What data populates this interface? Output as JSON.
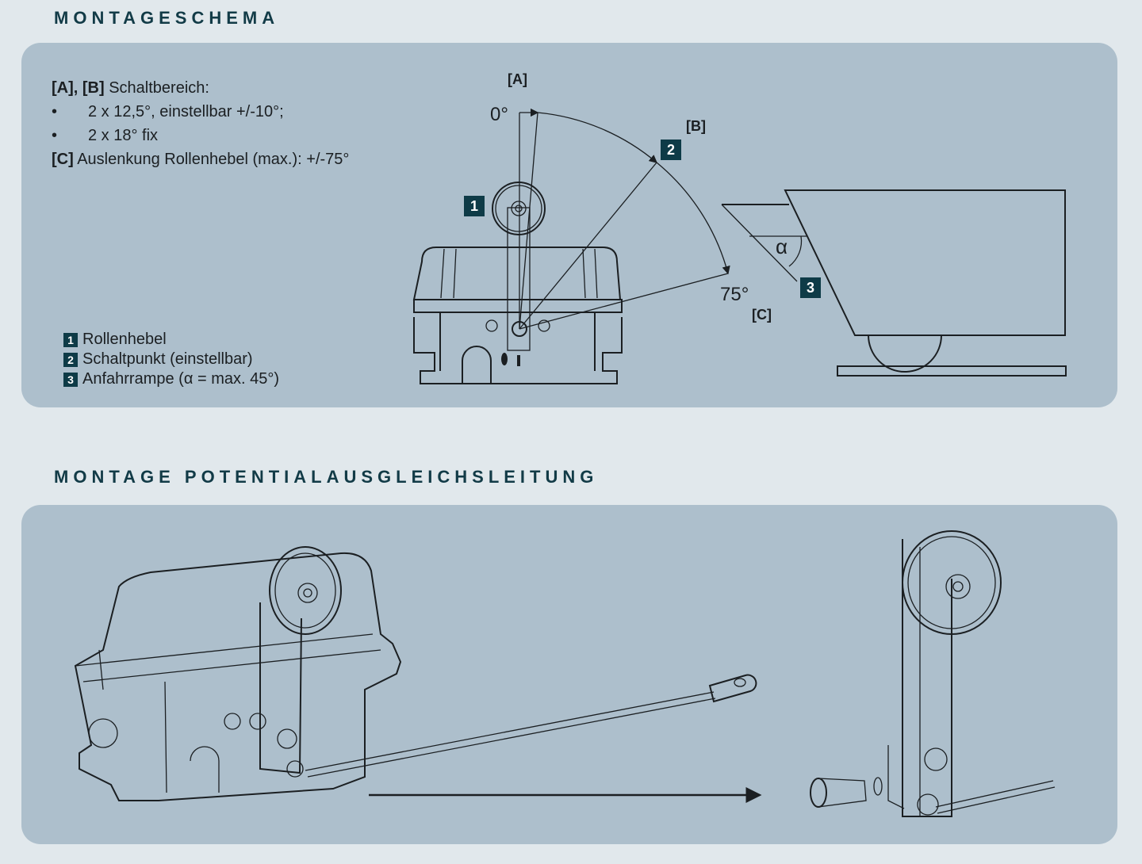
{
  "section1": {
    "title": "MONTAGESCHEMA",
    "spec": {
      "ab_label": "[A], [B]",
      "ab_text": "Schaltbereich:",
      "bullets": [
        "2 x 12,5°, einstellbar +/-10°;",
        "2 x 18° fix"
      ],
      "c_label": "[C]",
      "c_text": "Auslenkung Rollenhebel (max.): +/-75°"
    },
    "legend": [
      {
        "num": "1",
        "text": "Rollenhebel"
      },
      {
        "num": "2",
        "text": "Schaltpunkt (einstellbar)"
      },
      {
        "num": "3",
        "text": "Anfahrrampe (α = max. 45°)"
      }
    ],
    "diagram": {
      "label_a": "[A]",
      "label_b": "[B]",
      "label_c": "[C]",
      "angle_0": "0°",
      "angle_75": "75°",
      "alpha": "α",
      "badge_1": "1",
      "badge_2": "2",
      "badge_3": "3"
    }
  },
  "section2": {
    "title": "MONTAGE POTENTIALAUSGLEICHSLEITUNG"
  },
  "colors": {
    "background": "#e1e8ec",
    "panel": "#adbfcc",
    "heading": "#123b47",
    "badge": "#0e3b47"
  }
}
